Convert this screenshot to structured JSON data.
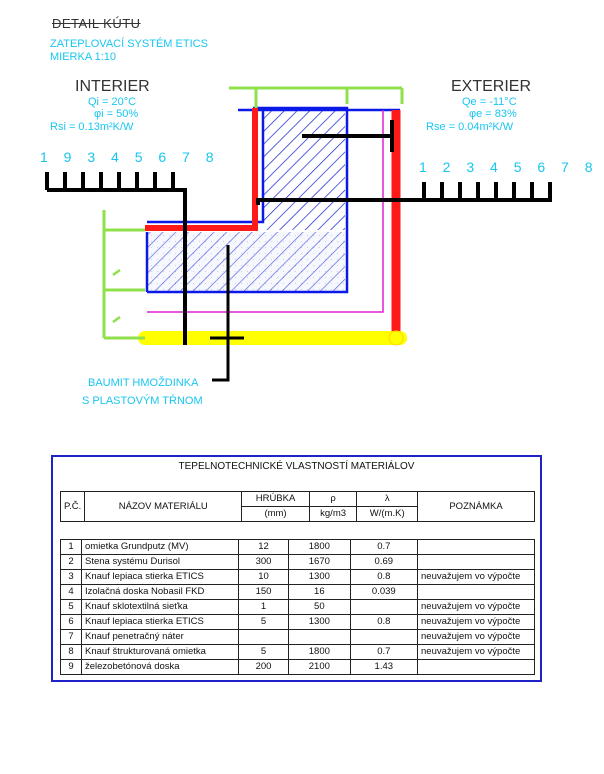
{
  "header": {
    "title": "DETAIL KÚTU",
    "subtitle1": "ZATEPLOVACÍ SYSTÉM ETICS",
    "subtitle2": "MIERKA 1:10"
  },
  "interior": {
    "label": "INTERIER",
    "temp": "Qi = 20°C",
    "humidity": "φi = 50%",
    "resistance": "Rsi = 0.13m²K/W",
    "layer_numbers": "1 9 3 4 5 6 7 8"
  },
  "exterior": {
    "label": "EXTERIER",
    "temp": "Qe = -11°C",
    "humidity": "φe = 83%",
    "resistance": "Rse = 0.04m²K/W",
    "layer_numbers": "1 2 3 4 5 6 7 8"
  },
  "anchor_label": {
    "line1": "BAUMIT HMOŽDINKA",
    "line2": "S PLASTOVÝM TŔNOM"
  },
  "colors": {
    "accent_cyan": "#19c6f0",
    "red": "#ff1a1a",
    "yellow": "#ffff00",
    "blue": "#0a18e8",
    "green": "#8fe04a",
    "magenta": "#e020d0",
    "table_border": "#1e22c8"
  },
  "table": {
    "title": "TEPELNOTECHNICKÉ VLASTNOSTÍ MATERIÁLOV",
    "headers": {
      "no": "P.Č.",
      "name": "NÁZOV MATERIÁLU",
      "thickness": "HRÚBKA",
      "thickness_unit": "(mm)",
      "density": "ρ",
      "density_unit": "kg/m3",
      "lambda": "λ",
      "lambda_unit": "W/(m.K)",
      "note": "POZNÁMKA"
    },
    "rows": [
      {
        "no": "1",
        "name": "omietka Grundputz (MV)",
        "thickness": "12",
        "density": "1800",
        "lambda": "0.7",
        "note": ""
      },
      {
        "no": "2",
        "name": "Stena systému Durisol",
        "thickness": "300",
        "density": "1670",
        "lambda": "0.69",
        "note": ""
      },
      {
        "no": "3",
        "name": "Knauf lepiaca stierka ETICS",
        "thickness": "10",
        "density": "1300",
        "lambda": "0.8",
        "note": "neuvažujem vo výpočte"
      },
      {
        "no": "4",
        "name": "Izolačná doska Nobasil FKD",
        "thickness": "150",
        "density": "16",
        "lambda": "0.039",
        "note": ""
      },
      {
        "no": "5",
        "name": "Knauf sklotextilná sieťka",
        "thickness": "1",
        "density": "50",
        "lambda": "",
        "note": "neuvažujem vo výpočte"
      },
      {
        "no": "6",
        "name": "Knauf lepiaca stierka ETICS",
        "thickness": "5",
        "density": "1300",
        "lambda": "0.8",
        "note": "neuvažujem vo výpočte"
      },
      {
        "no": "7",
        "name": "Knauf penetračný náter",
        "thickness": "",
        "density": "",
        "lambda": "",
        "note": "neuvažujem vo výpočte"
      },
      {
        "no": "8",
        "name": "Knauf štrukturovaná omietka",
        "thickness": "5",
        "density": "1800",
        "lambda": "0.7",
        "note": "neuvažujem vo výpočte"
      },
      {
        "no": "9",
        "name": "železobetónová doska",
        "thickness": "200",
        "density": "2100",
        "lambda": "1.43",
        "note": ""
      }
    ]
  }
}
